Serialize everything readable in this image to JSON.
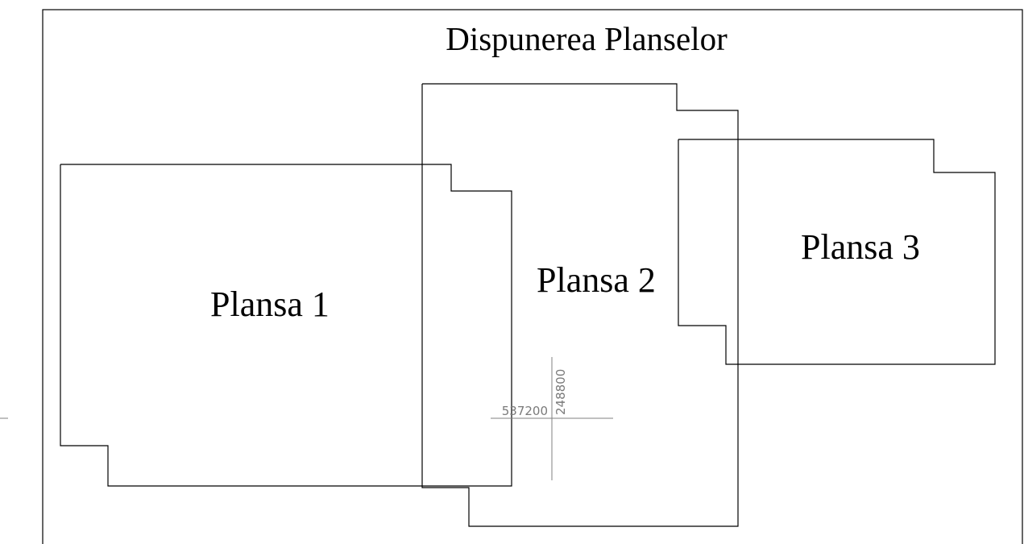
{
  "title": "Dispunerea Planselor",
  "sheets": [
    {
      "id": "plansa-1",
      "label": "Plansa 1"
    },
    {
      "id": "plansa-2",
      "label": "Plansa 2"
    },
    {
      "id": "plansa-3",
      "label": "Plansa 3"
    }
  ],
  "coordinate_marker": {
    "x_value": "537200",
    "y_value": "248800"
  },
  "colors": {
    "lines": "#000000",
    "marker": "#808080",
    "background": "#ffffff"
  }
}
